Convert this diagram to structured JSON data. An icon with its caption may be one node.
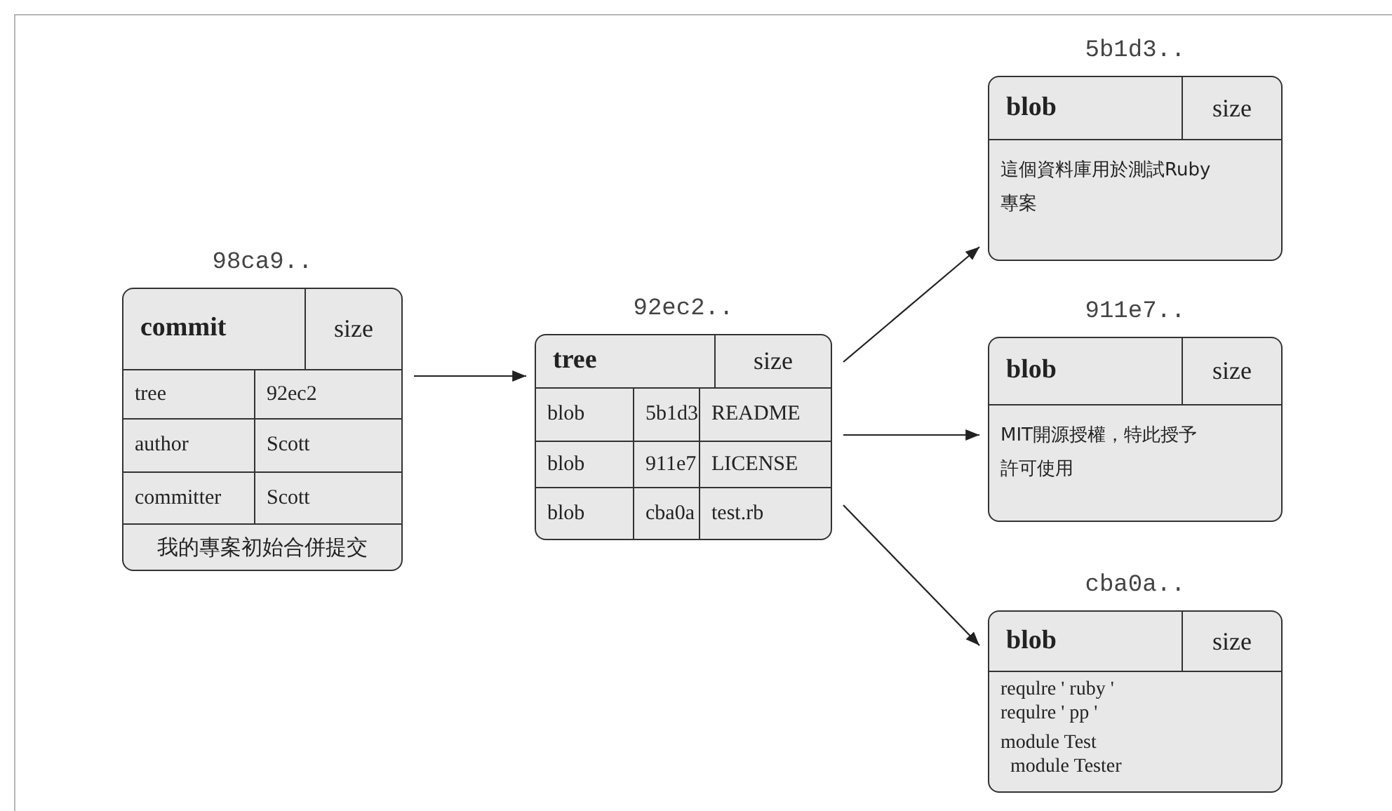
{
  "diagram": {
    "nodes": [
      {
        "text": [
          "98ca9..",
          "commit",
          "size",
          "tree",
          "92ec2",
          "author",
          "Scott",
          "committer",
          "Scott",
          "我的專案初始合併提交"
        ]
      },
      {
        "text": [
          "92ec2..",
          "tree",
          "size",
          "blob",
          "5b1d3",
          "README",
          "blob",
          "911e7",
          "LICENSE",
          "blob",
          "cba0a",
          "test.rb"
        ]
      },
      {
        "text": [
          "5b1d3..",
          "blob",
          "size",
          "這個資料庫用於測試Ruby專案"
        ]
      },
      {
        "text": [
          "911e7..",
          "blob",
          "size",
          "MIT開源授權，特此授予許可使用"
        ]
      },
      {
        "text": [
          "cba0a..",
          "blob",
          "size",
          "requlre ' ruby '",
          "requlre ' pp '",
          "module Test",
          "module Tester"
        ]
      }
    ],
    "edges": [
      {
        "from": 0,
        "to": 1,
        "arrow": "to"
      },
      {
        "from": 1,
        "to": 2,
        "arrow": "to"
      },
      {
        "from": 1,
        "to": 3,
        "arrow": "to"
      },
      {
        "from": 1,
        "to": 4,
        "arrow": "to"
      }
    ]
  }
}
